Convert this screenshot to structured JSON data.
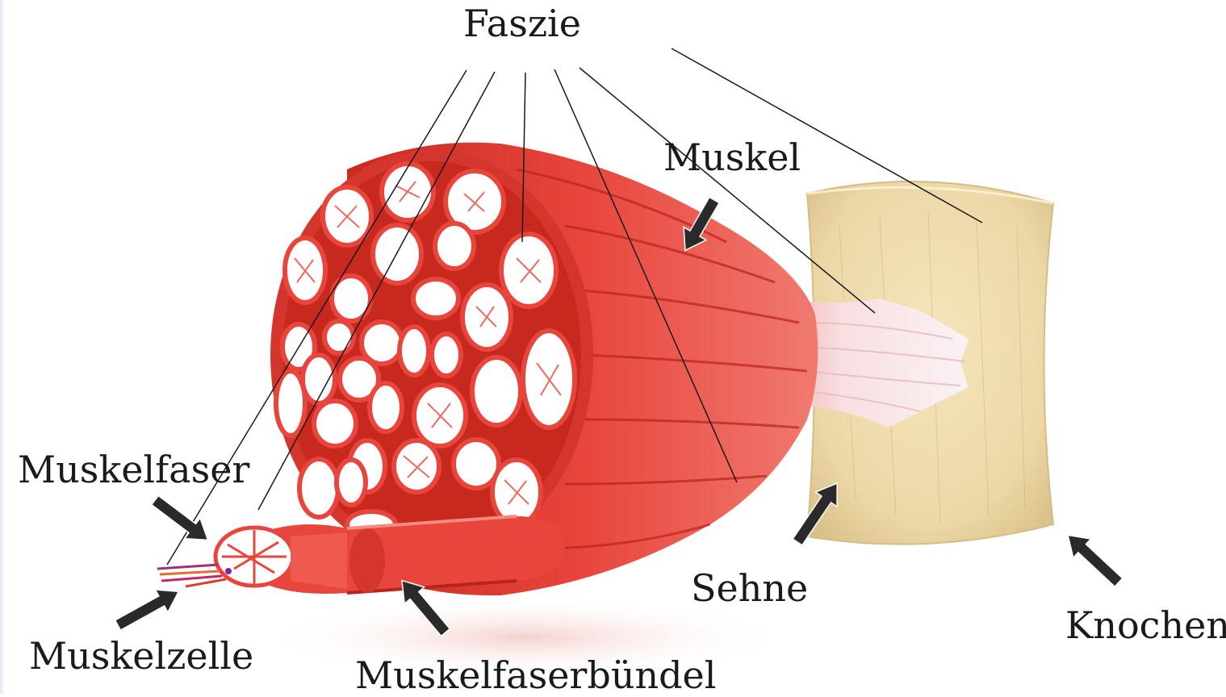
{
  "diagram": {
    "labels": {
      "faszie": "Faszie",
      "muskel": "Muskel",
      "muskelfaser": "Muskelfaser",
      "sehne": "Sehne",
      "muskelzelle": "Muskelzelle",
      "knochen": "Knochen",
      "muskelfaserbuendel": "Muskelfaserbündel"
    }
  },
  "colors": {
    "muscle_red": "#e8453c",
    "muscle_dark": "#b8231c",
    "fiber_white": "#ffffff",
    "tendon": "#f7e3e6",
    "bone": "#ecd7a6",
    "pointer_arrow": "#2a2a2a",
    "leader_line": "#1a1a1a"
  }
}
